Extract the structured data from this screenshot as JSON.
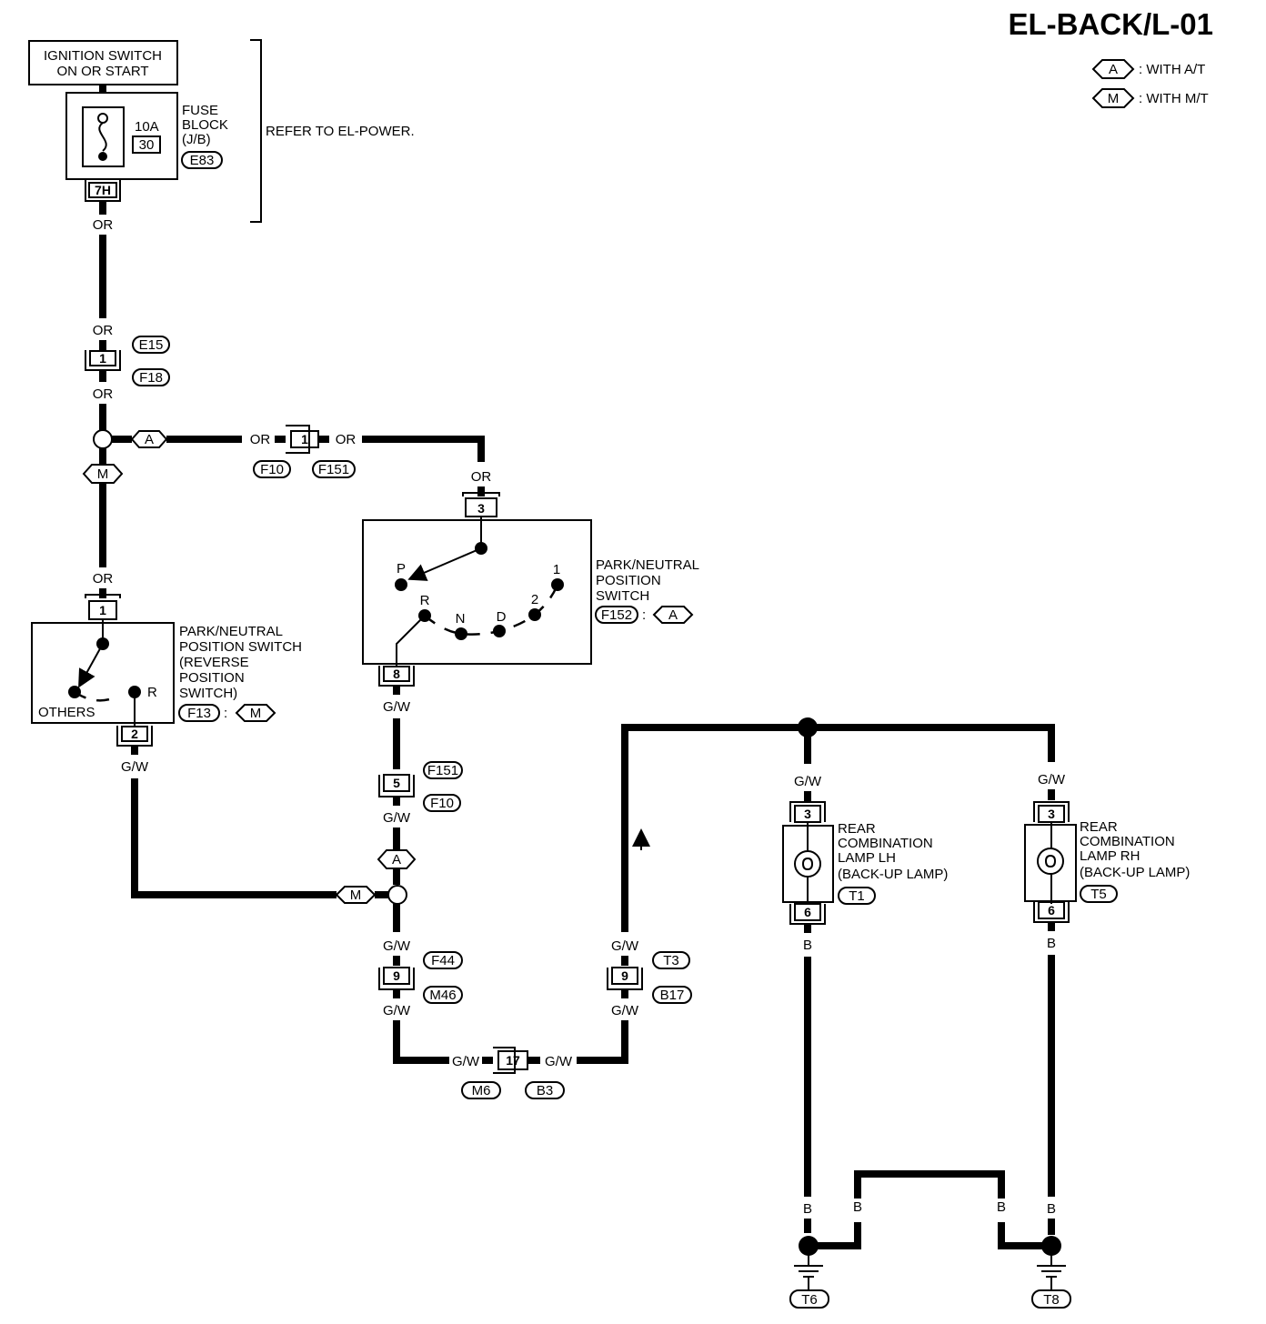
{
  "header": {
    "title": "EL-BACK/L-01",
    "legend": [
      {
        "code": "A",
        "meaning": ": WITH A/T"
      },
      {
        "code": "M",
        "meaning": ": WITH M/T"
      }
    ]
  },
  "power": {
    "ignition_line1": "IGNITION SWITCH",
    "ignition_line2": "ON OR START",
    "fuse_block_lines": [
      "FUSE",
      "BLOCK",
      "(J/B)"
    ],
    "fuse_rating": "10A",
    "fuse_number": "30",
    "fuse_connector": "E83",
    "fuse_pin": "7H",
    "refer_note": "REFER TO EL-POWER."
  },
  "wire_colors": {
    "or": "OR",
    "gw": "G/W",
    "b": "B"
  },
  "connectors": {
    "e15": "E15",
    "f18": "F18",
    "f10": "F10",
    "f151": "F151",
    "f152": "F152",
    "f13": "F13",
    "f44": "F44",
    "m46": "M46",
    "m6": "M6",
    "b3": "B3",
    "t3": "T3",
    "b17": "B17",
    "t1": "T1",
    "t5": "T5",
    "t6": "T6",
    "t8": "T8"
  },
  "pins": {
    "p1": "1",
    "p2": "2",
    "p3": "3",
    "p5": "5",
    "p6": "6",
    "p8": "8",
    "p9": "9",
    "p17": "17"
  },
  "variants": {
    "at": "A",
    "mt": "M"
  },
  "at_switch": {
    "name_lines": [
      "PARK/NEUTRAL",
      "POSITION",
      "SWITCH"
    ],
    "positions": [
      "P",
      "R",
      "N",
      "D",
      "2",
      "1"
    ],
    "colon": ":"
  },
  "mt_switch": {
    "name_lines": [
      "PARK/NEUTRAL",
      "POSITION SWITCH",
      "(REVERSE",
      "POSITION",
      "SWITCH)"
    ],
    "position_others": "OTHERS",
    "position_r": "R",
    "colon": ":"
  },
  "lamps": {
    "lh_lines": [
      "REAR",
      "COMBINATION",
      "LAMP LH",
      "(BACK-UP LAMP)"
    ],
    "rh_lines": [
      "REAR",
      "COMBINATION",
      "LAMP RH",
      "(BACK-UP LAMP)"
    ]
  }
}
